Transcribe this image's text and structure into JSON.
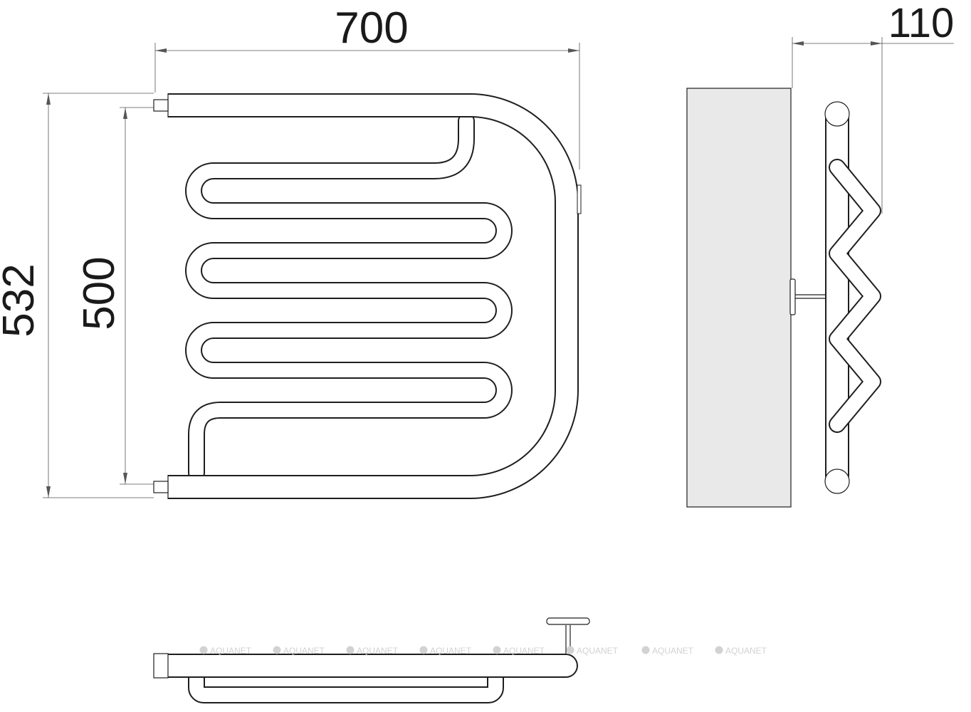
{
  "dimensions": {
    "width": "700",
    "depth": "110",
    "height_overall": "532",
    "height_axis": "500"
  },
  "watermark": {
    "text": "AQUANET",
    "repeat": 8
  },
  "colors": {
    "line": "#1e1e1e",
    "wall_fill": "#e9e9e9",
    "watermark": "#d2d2d2"
  }
}
